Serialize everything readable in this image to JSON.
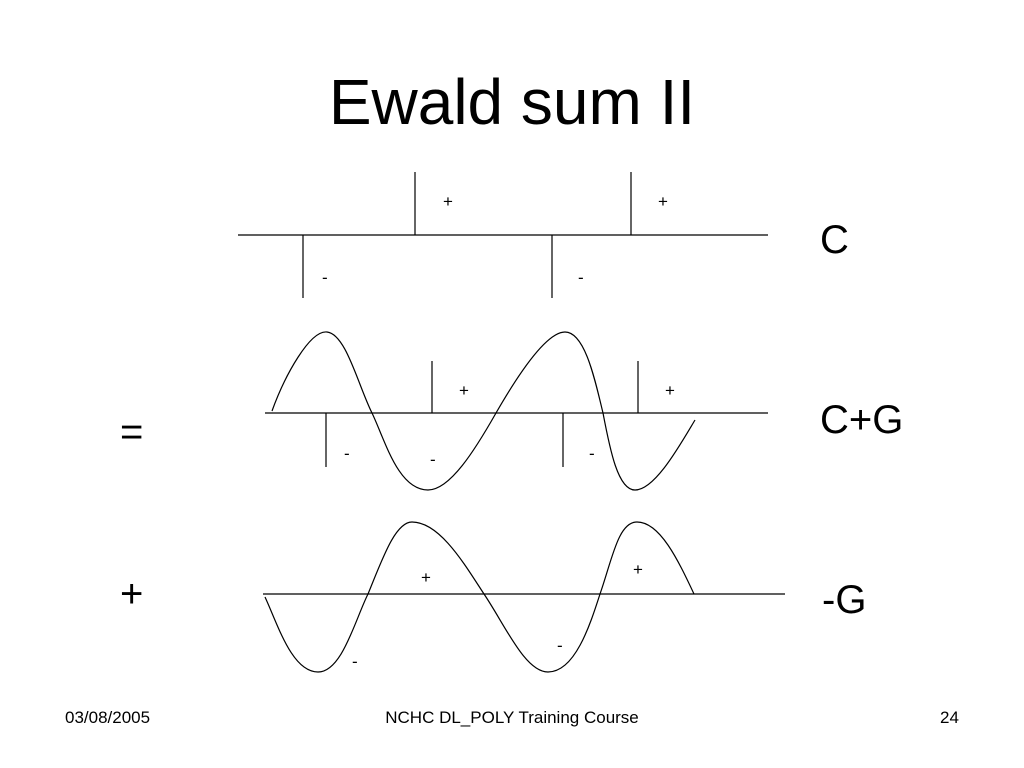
{
  "title": "Ewald sum II",
  "equals_sign": "=",
  "plus_sign": "+",
  "rows": {
    "c": {
      "label": "C",
      "positive_label": "+",
      "negative_label": "-"
    },
    "cg": {
      "label": "C+G",
      "positive_label": "+",
      "negative_label": "-"
    },
    "g": {
      "label": "-G",
      "positive_label": "+",
      "negative_label": "-"
    }
  },
  "footer": {
    "date": "03/08/2005",
    "course": "NCHC DL_POLY Training Course",
    "page": "24"
  },
  "colors": {
    "background": "#ffffff",
    "foreground": "#000000"
  }
}
